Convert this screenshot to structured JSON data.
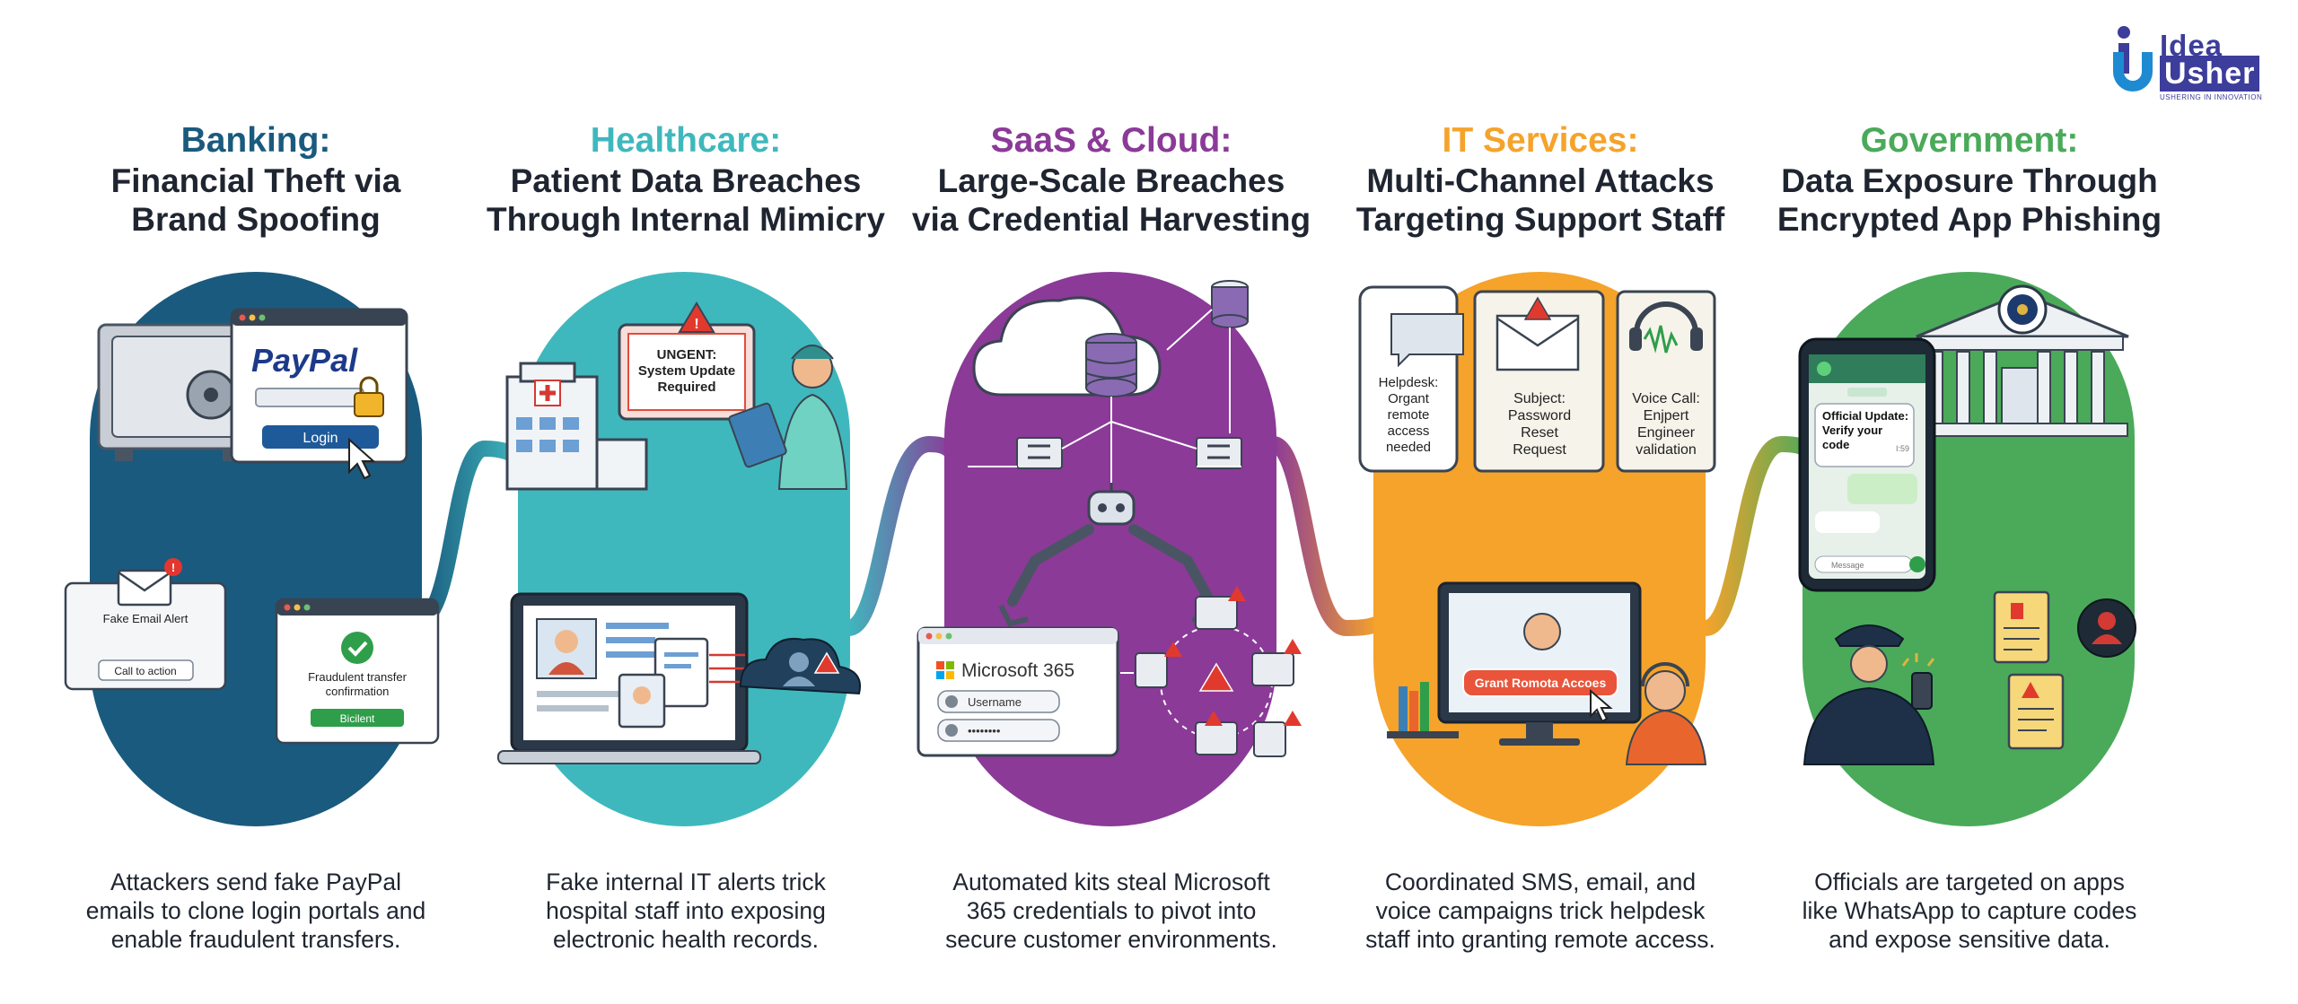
{
  "brand": {
    "word1": "Idea",
    "word2": "Usher",
    "tagline": "USHERING IN INNOVATION"
  },
  "colors": {
    "banking": "#1a5a7e",
    "healthcare": "#3fb8bd",
    "saas": "#8b3a98",
    "it": "#f5a32b",
    "government": "#4aaa5a",
    "connector_start": "#2e8a9a",
    "connector_end": "#e8a33c"
  },
  "columns": [
    {
      "category": "Banking:",
      "title_line1": "Financial Theft via",
      "title_line2": "Brand Spoofing",
      "desc_line1": "Attackers send fake PayPal",
      "desc_line2": "emails to clone login portals and",
      "desc_line3": "enable fraudulent transfers.",
      "labels": {
        "paypal": "PayPal",
        "login": "Login",
        "email_alert": "Fake Email Alert",
        "call_to_action": "Call to action",
        "transfer_line1": "Fraudulent transfer",
        "transfer_line2": "confirmation",
        "transfer_btn": "Bicilent"
      }
    },
    {
      "category": "Healthcare:",
      "title_line1": "Patient Data Breaches",
      "title_line2": "Through Internal Mimicry",
      "desc_line1": "Fake internal IT alerts trick",
      "desc_line2": "hospital staff into exposing",
      "desc_line3": "electronic health records.",
      "labels": {
        "alert_line1": "UNGENT:",
        "alert_line2": "System Update",
        "alert_line3": "Required"
      }
    },
    {
      "category": "SaaS & Cloud:",
      "title_line1": "Large-Scale Breaches",
      "title_line2": "via Credential Harvesting",
      "desc_line1": "Automated kits steal Microsoft",
      "desc_line2": "365 credentials to pivot into",
      "desc_line3": "secure customer environments.",
      "labels": {
        "ms365": "Microsoft 365",
        "username": "Username",
        "password": "••••••••"
      }
    },
    {
      "category": "IT Services:",
      "title_line1": "Multi-Channel Attacks",
      "title_line2": "Targeting Support Staff",
      "desc_line1": "Coordinated SMS, email, and",
      "desc_line2": "voice campaigns trick helpdesk",
      "desc_line3": "staff into granting remote access.",
      "labels": {
        "sms": [
          "Helpdesk:",
          "Organt",
          "remote",
          "access",
          "needed"
        ],
        "email": [
          "Subject:",
          "Password",
          "Reset",
          "Request"
        ],
        "voice": [
          "Voice Call:",
          "Enjpert",
          "Engineer",
          "validation"
        ],
        "grant": "Grant Romota Accoes"
      }
    },
    {
      "category": "Government:",
      "title_line1": "Data Exposure Through",
      "title_line2": "Encrypted App Phishing",
      "desc_line1": "Officials are targeted on apps",
      "desc_line2": "like WhatsApp to capture codes",
      "desc_line3": "and expose sensitive data.",
      "labels": {
        "msg_line1": "Official Update:",
        "msg_line2": "Verify your",
        "msg_line3": "code",
        "msg_time": "I:59",
        "input": "Message"
      }
    }
  ]
}
